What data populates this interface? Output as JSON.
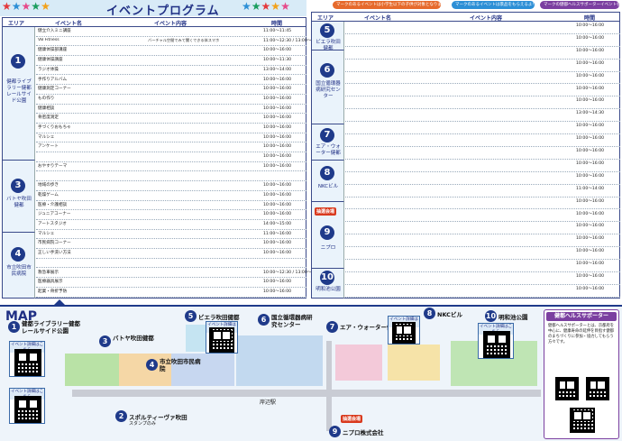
{
  "header": {
    "title": "イベントプログラム",
    "stars": [
      "★",
      "★",
      "★",
      "★",
      "★"
    ]
  },
  "left_table": {
    "col_area": "エリア",
    "col_event": "イベント名",
    "col_desc": "イベント内容",
    "col_time": "時間",
    "areas": [
      {
        "num": "1",
        "name": "健都ライブラリー健都レールサイド公園"
      },
      {
        "num": "3",
        "name": "バトヤ吹田健都"
      },
      {
        "num": "4",
        "name": "市立吹田市民病院"
      }
    ],
    "rows": [
      {
        "event": "健立介入ミニ講座",
        "desc": "",
        "time": "11:00〜11:45"
      },
      {
        "event": "VB Fitness",
        "desc": "バーチャル空間でみて聞くできる体スマホ",
        "time": "11:00〜12:30 / 13:00〜15:00"
      },
      {
        "event": "健康体操部講座",
        "desc": "",
        "time": "10:00〜16:00"
      },
      {
        "event": "健康体操講座",
        "desc": "",
        "time": "10:00〜11:30"
      },
      {
        "event": "ラジオ体操",
        "desc": "",
        "time": "13:00〜14:00"
      },
      {
        "event": "手作りアルバム",
        "desc": "",
        "time": "10:00〜16:00"
      },
      {
        "event": "健康測定コーナー",
        "desc": "",
        "time": "10:00〜16:00"
      },
      {
        "event": "もの作り",
        "desc": "",
        "time": "10:00〜16:00"
      },
      {
        "event": "健康相談",
        "desc": "",
        "time": "10:00〜16:00"
      },
      {
        "event": "骨密度測定",
        "desc": "",
        "time": "10:00〜16:00"
      },
      {
        "event": "手づくりおもちゃ",
        "desc": "",
        "time": "10:00〜16:00"
      },
      {
        "event": "マルシェ",
        "desc": "",
        "time": "10:00〜16:00"
      },
      {
        "event": "アンケート",
        "desc": "",
        "time": "10:00〜16:00"
      },
      {
        "event": "",
        "desc": "",
        "time": "10:00〜16:00"
      },
      {
        "event": "おやすりテーマ",
        "desc": "",
        "time": "10:00〜16:00"
      },
      {
        "event": "",
        "desc": "",
        "time": ""
      },
      {
        "event": "地域の歩き",
        "desc": "",
        "time": "10:00〜16:00"
      },
      {
        "event": "乾燥ゲーム",
        "desc": "",
        "time": "10:00〜16:00"
      },
      {
        "event": "医療・介護相談",
        "desc": "",
        "time": "10:00〜16:00"
      },
      {
        "event": "ジュニアコーナー",
        "desc": "",
        "time": "10:00〜16:00"
      },
      {
        "event": "アートスタジオ",
        "desc": "",
        "time": "14:00〜15:00"
      },
      {
        "event": "マルシェ",
        "desc": "",
        "time": "11:00〜16:00"
      },
      {
        "event": "市民病院コーナー",
        "desc": "",
        "time": "10:00〜16:00"
      },
      {
        "event": "正しい手洗い方法",
        "desc": "",
        "time": "10:00〜16:00"
      },
      {
        "event": "",
        "desc": "",
        "time": ""
      },
      {
        "event": "救急車展示",
        "desc": "",
        "time": "10:00〜12:30 / 13:00〜14:00"
      },
      {
        "event": "医療器具展示",
        "desc": "",
        "time": "10:00〜16:00"
      },
      {
        "event": "起業・骨折予防",
        "desc": "",
        "time": "10:00〜16:00"
      }
    ]
  },
  "right_header": {
    "pills": [
      "マークのあるイベントは小学生以下の子供が対象となります。",
      "マークのあるイベントは景品をもらえるよ！",
      "マークの健都ヘルスサポーターイベント参加"
    ]
  },
  "right_table": {
    "col_area": "エリア",
    "col_event": "イベント名",
    "col_desc": "イベント内容",
    "col_time": "時間",
    "areas": [
      {
        "num": "5",
        "name": "ビエラ吹田健都"
      },
      {
        "num": "6",
        "name": "国立循環器病研究センター"
      },
      {
        "num": "7",
        "name": "エア・ウォーター健都"
      },
      {
        "num": "8",
        "name": "NKCビル"
      },
      {
        "num": "9",
        "name": "ニプロ"
      },
      {
        "num": "10",
        "name": "明和池公園"
      }
    ],
    "special_tag": "抽選会場",
    "rows": [
      {
        "event": "",
        "time": "10:00〜16:00"
      },
      {
        "event": "",
        "time": "10:00〜16:00"
      },
      {
        "event": "",
        "time": "10:00〜16:00"
      },
      {
        "event": "",
        "time": "10:00〜16:00"
      },
      {
        "event": "",
        "time": "10:00〜16:00"
      },
      {
        "event": "",
        "time": "10:00〜16:00"
      },
      {
        "event": "",
        "time": "10:00〜16:00"
      },
      {
        "event": "",
        "time": "13:00〜14:30"
      },
      {
        "event": "",
        "time": "10:00〜16:00"
      },
      {
        "event": "",
        "time": "10:00〜16:00"
      },
      {
        "event": "",
        "time": "10:00〜16:00"
      },
      {
        "event": "",
        "time": "10:00〜16:00"
      },
      {
        "event": "",
        "time": "10:00〜16:00"
      },
      {
        "event": "",
        "time": "11:00〜14:00"
      },
      {
        "event": "",
        "time": "10:00〜16:00"
      },
      {
        "event": "",
        "time": "10:00〜16:00"
      },
      {
        "event": "",
        "time": "10:00〜16:00"
      },
      {
        "event": "",
        "time": "10:00〜16:00"
      },
      {
        "event": "",
        "time": "10:00〜16:00"
      },
      {
        "event": "",
        "time": "10:00〜16:00"
      },
      {
        "event": "",
        "time": "10:00〜16:00"
      },
      {
        "event": "",
        "time": "10:00〜16:00"
      }
    ]
  },
  "map": {
    "title": "MAP",
    "locations": [
      {
        "num": "1",
        "label": "健都ライブラリー健都レールサイド公園"
      },
      {
        "num": "2",
        "label": "スポルティーヴァ吹田"
      },
      {
        "num": "3",
        "label": "バトヤ吹田健都"
      },
      {
        "num": "4",
        "label": "市立吹田市民病院"
      },
      {
        "num": "5",
        "label": "ビエラ吹田健都"
      },
      {
        "num": "6",
        "label": "国立循環器病研究センター"
      },
      {
        "num": "7",
        "label": "エア・ウォーター健都"
      },
      {
        "num": "8",
        "label": "NKCビル"
      },
      {
        "num": "9",
        "label": "ニプロ株式会社"
      },
      {
        "num": "10",
        "label": "明和池公園"
      }
    ],
    "qr_caption": "イベント詳細はこちら",
    "station": "岸辺駅",
    "stamp_note": "スタンプのみ",
    "lottery": "抽選会場"
  },
  "health_supporter": {
    "title": "健都ヘルスサポーター",
    "text": "健都ヘルスサポーターとは、京都府を中心に、健康寿命の延伸を目指す健都のまちづくりに参加・協力してもらう方々です。"
  }
}
